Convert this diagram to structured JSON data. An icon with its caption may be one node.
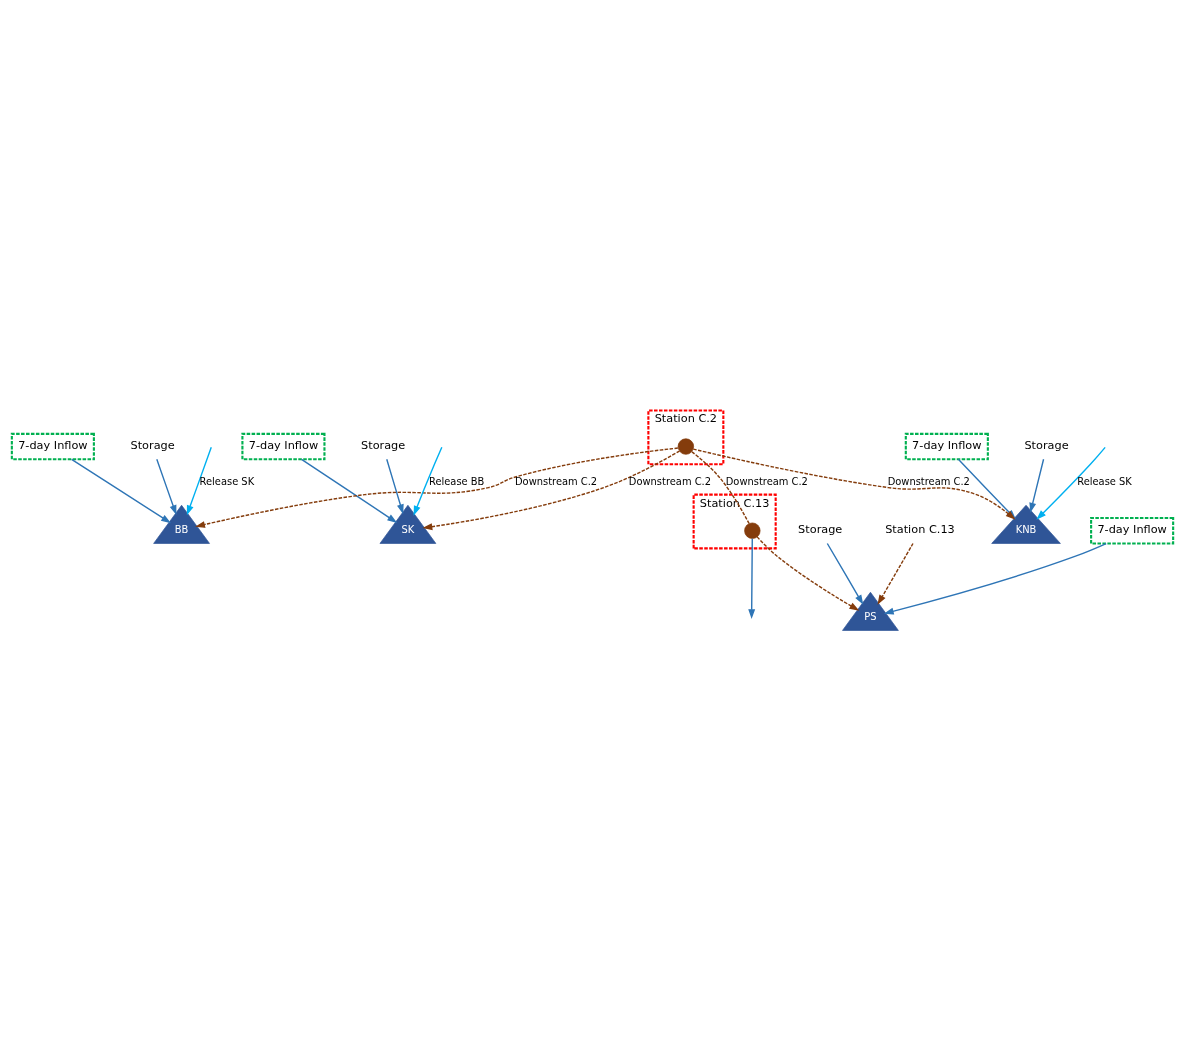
{
  "diagram": {
    "nodes": [
      {
        "text": [
          "7-day Inflow"
        ]
      },
      {
        "text": [
          "7-day Inflow"
        ]
      },
      {
        "text": [
          "7-day Inflow"
        ]
      },
      {
        "text": [
          "7-day Inflow"
        ]
      },
      {
        "text": [
          "BB"
        ]
      },
      {
        "text": [
          "SK"
        ]
      },
      {
        "text": [
          "KNB"
        ]
      },
      {
        "text": [
          "PS"
        ]
      },
      {
        "text": [
          "Station C.2"
        ]
      },
      {
        "text": [
          "Station C.13"
        ]
      },
      {
        "text": [],
        "shape": "circle",
        "in": 8
      },
      {
        "text": [],
        "shape": "circle",
        "in": 9
      },
      {
        "text": [
          "Storage"
        ]
      },
      {
        "text": [
          "Storage"
        ]
      },
      {
        "text": [
          "Storage"
        ]
      },
      {
        "text": [
          "Storage"
        ]
      },
      {
        "text": [
          "Station C.13"
        ]
      }
    ],
    "edges": [
      {
        "from": 0,
        "to": 4,
        "arrow": "to"
      },
      {
        "from": 12,
        "to": 4,
        "arrow": "to"
      },
      {
        "from": 1,
        "to": 5,
        "arrow": "to"
      },
      {
        "from": 13,
        "to": 5,
        "arrow": "to"
      },
      {
        "from": null,
        "to": 5,
        "arrow": "to",
        "label": "Release BB",
        "color": "#00b0f0"
      },
      {
        "from": null,
        "to": 4,
        "arrow": "to",
        "label": "Release SK",
        "color": "#00b0f0"
      },
      {
        "from": null,
        "to": 6,
        "arrow": "to",
        "label": "Release SK",
        "color": "#00b0f0"
      },
      {
        "from": 14,
        "to": 6,
        "arrow": "to"
      },
      {
        "from": 2,
        "to": 6,
        "arrow": "to"
      },
      {
        "from": 10,
        "to": 5,
        "arrow": "to",
        "label": "Downstream C.2",
        "style": "dashed",
        "color": "#843c0c"
      },
      {
        "from": 10,
        "to": 4,
        "arrow": "to",
        "label": "Downstream C.2",
        "style": "dashed",
        "color": "#843c0c"
      },
      {
        "from": 10,
        "to": 6,
        "arrow": "to",
        "label": "Downstream C.2",
        "style": "dashed",
        "color": "#843c0c"
      },
      {
        "from": 10,
        "to": 11,
        "arrow": "none",
        "label": "Downstream C.2",
        "style": "dashed",
        "color": "#843c0c"
      },
      {
        "from": 15,
        "to": 7,
        "arrow": "to"
      },
      {
        "from": 3,
        "to": 7,
        "arrow": "to"
      },
      {
        "from": 16,
        "to": 7,
        "arrow": "to",
        "style": "dashed",
        "color": "#843c0c"
      },
      {
        "from": 11,
        "to": 7,
        "arrow": "to",
        "style": "dashed",
        "color": "#843c0c"
      },
      {
        "from": 11,
        "to": null,
        "arrow": "to"
      }
    ]
  }
}
